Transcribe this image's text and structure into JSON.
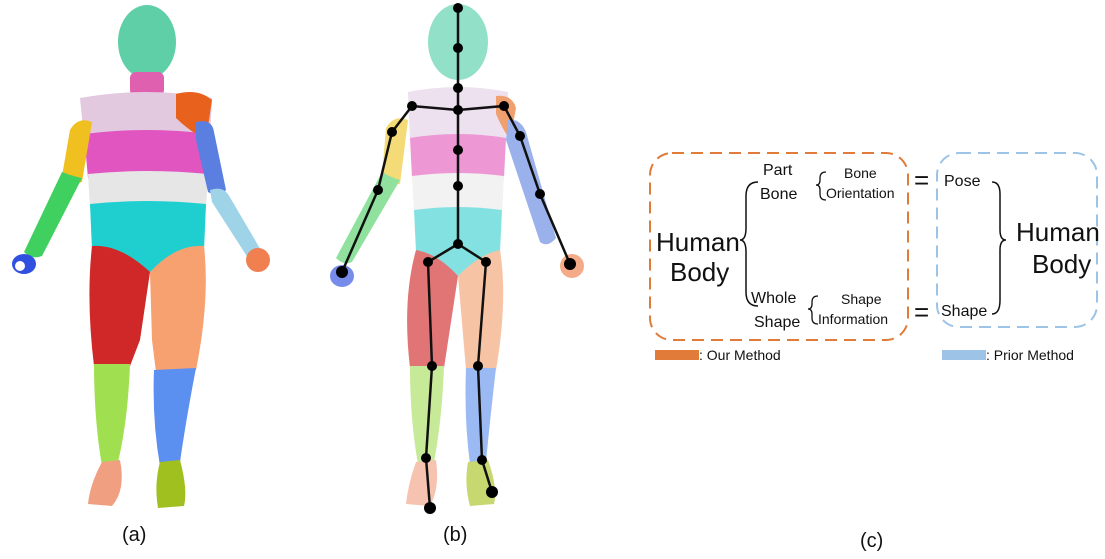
{
  "captions": {
    "a": "(a)",
    "b": "(b)",
    "c": "(c)"
  },
  "panel_c": {
    "left_root": [
      "Human",
      "Body"
    ],
    "part_bone": [
      "Part",
      "Bone"
    ],
    "bone_orientation": [
      "Bone",
      "Orientation"
    ],
    "whole_shape": [
      "Whole",
      "Shape"
    ],
    "shape_information": [
      "Shape",
      "Information"
    ],
    "equals": "=",
    "pose": "Pose",
    "shape": "Shape",
    "right_root": [
      "Human",
      "Body"
    ]
  },
  "legend": {
    "ours": {
      "label": ": Our Method",
      "color": "#e07b39"
    },
    "prior": {
      "label": ": Prior Method",
      "color": "#9dc3e6"
    }
  },
  "colors": {
    "head": "#5fcfa8",
    "neck": "#e060b0",
    "upper_chest": "#e2c9e0",
    "chest": "#e055c0",
    "belly": "#e6e6e6",
    "pelvis": "#1fcfd0",
    "left_shoulder": "#e8621e",
    "left_arm": "#5b7fe0",
    "left_forearm": "#9fd3e8",
    "right_shoulder": "#f0c020",
    "right_arm": "#40d060",
    "right_hand": "#3050e0",
    "left_hand": "#f08050",
    "right_thigh": "#d02828",
    "left_thigh": "#f7a070",
    "right_shin": "#a0e050",
    "left_shin": "#5b8ff0",
    "right_foot": "#f0a080",
    "left_foot": "#a0c020",
    "our_box": "#e07b39",
    "prior_box": "#9dc3e6"
  }
}
